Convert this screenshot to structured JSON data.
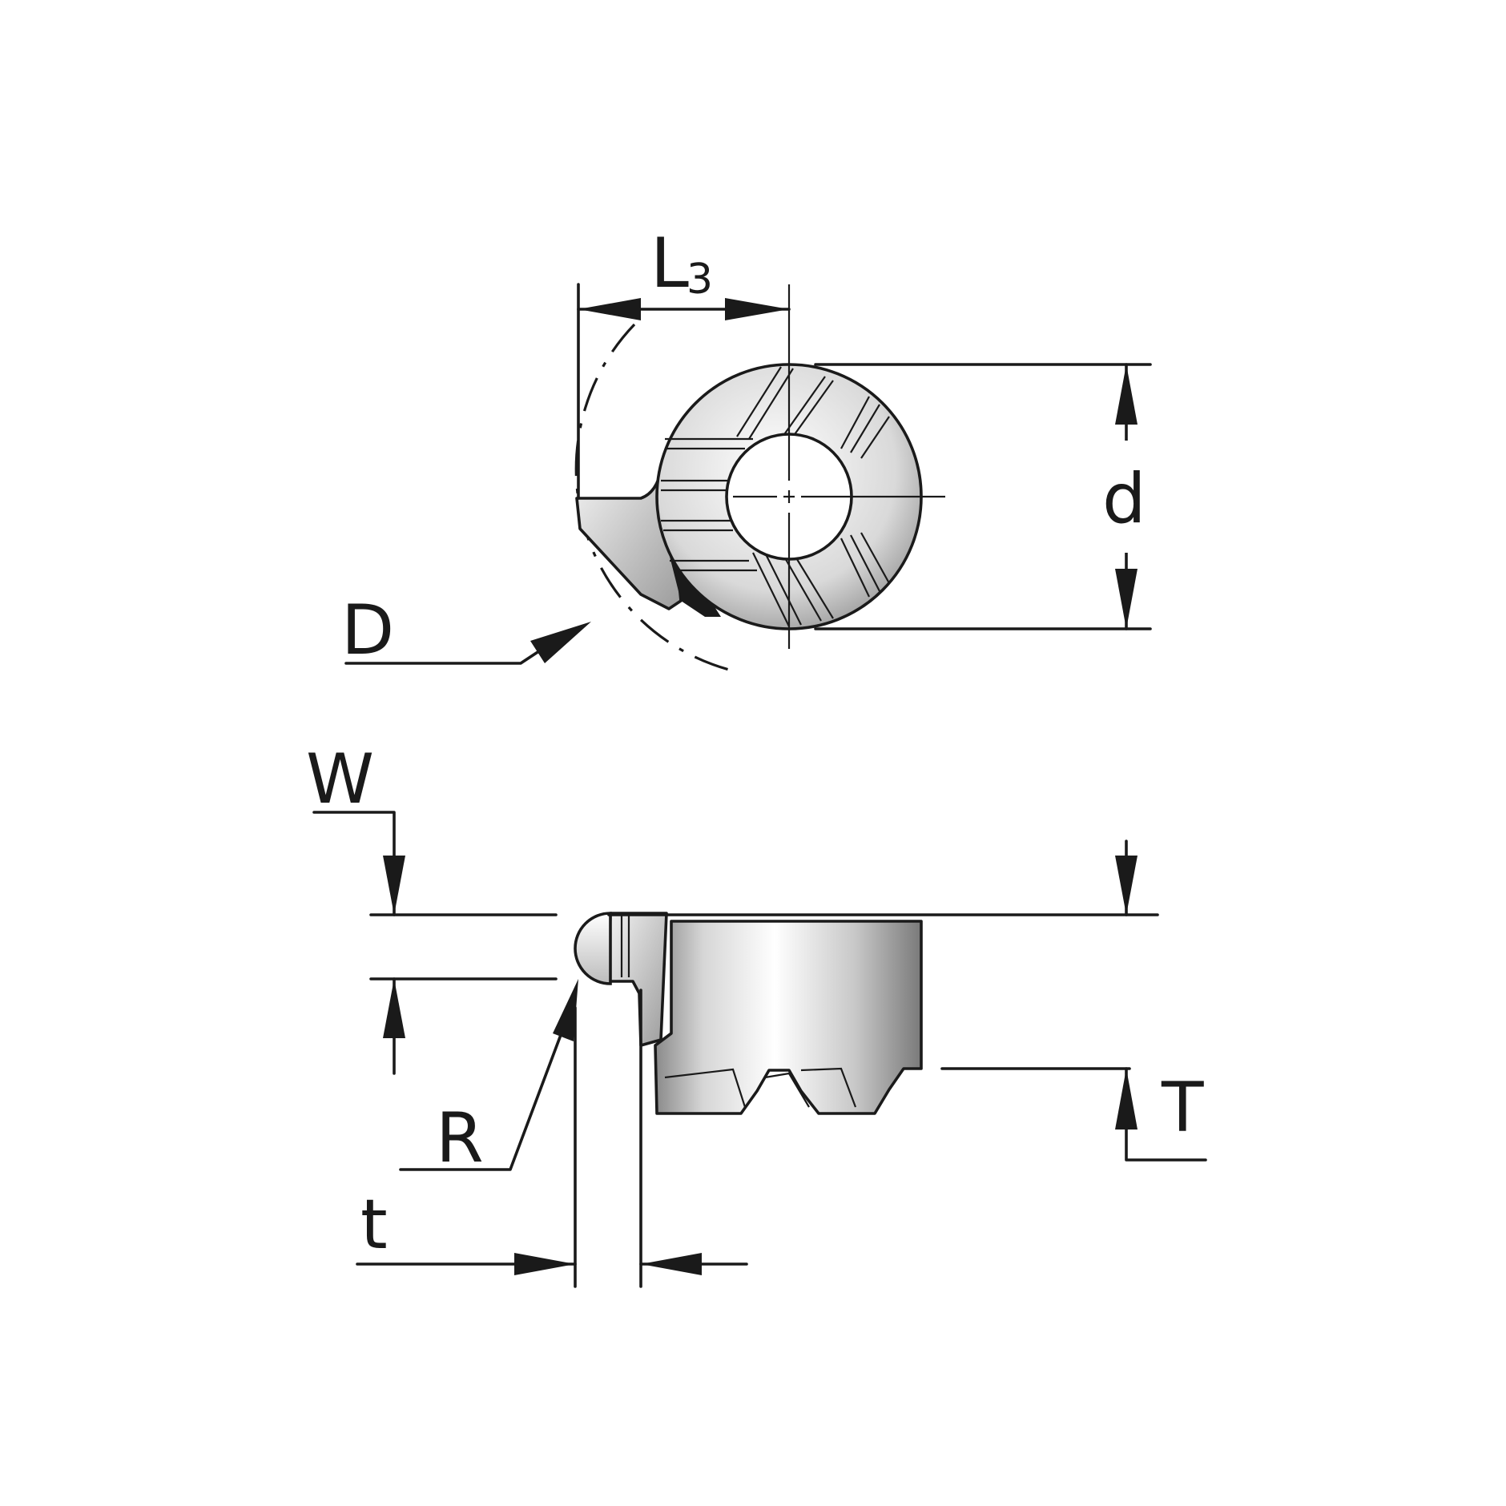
{
  "labels": {
    "L": "L",
    "L_sub": "3",
    "d": "d",
    "D": "D",
    "W": "W",
    "R": "R",
    "t": "t",
    "T": "T"
  },
  "colors": {
    "ink": "#1a1a1a",
    "steel_light": "#f4f4f4",
    "steel_dark": "#8a8a8a",
    "background": "#ffffff"
  }
}
